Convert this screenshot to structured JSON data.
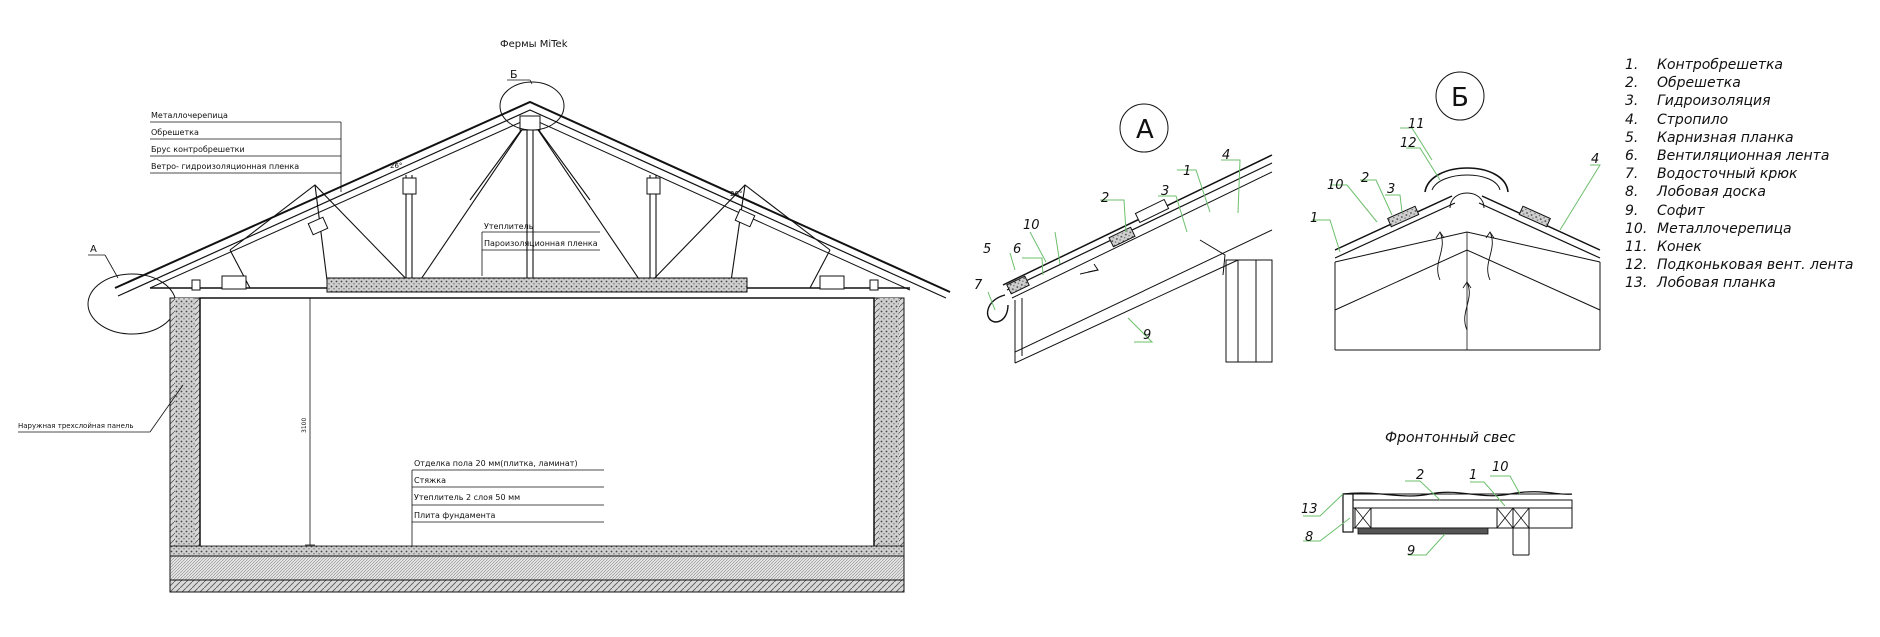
{
  "main": {
    "title": "Фермы MiTek",
    "markers": {
      "A": "А",
      "B": "Б"
    },
    "roof_layers": [
      "Металлочерепица",
      "Обрешетка",
      "Брус контробрешетки",
      "Ветро- гидроизоляционная пленка"
    ],
    "insulation_label": "Утеплитель",
    "vapor_label": "Пароизоляционная пленка",
    "wall_label": "Наружная трехслойная панель",
    "floor_layers": [
      "Отделка пола 20 мм(плитка, ламинат)",
      "Стяжка",
      "Утеплитель 2 слоя 50 мм",
      "Плита фундамента"
    ],
    "height_dim": "3100",
    "slope_left": "26°",
    "slope_right": "26°"
  },
  "detail_a": {
    "title": "А",
    "numbers": [
      "1",
      "2",
      "3",
      "4",
      "5",
      "6",
      "7",
      "9",
      "10"
    ]
  },
  "detail_b": {
    "title": "Б",
    "numbers": [
      "1",
      "2",
      "3",
      "4",
      "10",
      "11",
      "12"
    ]
  },
  "gable": {
    "title": "Фронтонный свес",
    "numbers": [
      "1",
      "2",
      "8",
      "9",
      "10",
      "13"
    ]
  },
  "legend": [
    {
      "num": "1.",
      "label": "Контробрешетка"
    },
    {
      "num": "2.",
      "label": "Обрешетка"
    },
    {
      "num": "3.",
      "label": "Гидроизоляция"
    },
    {
      "num": "4.",
      "label": "Стропило"
    },
    {
      "num": "5.",
      "label": "Карнизная планка"
    },
    {
      "num": "6.",
      "label": "Вентиляционная лента"
    },
    {
      "num": "7.",
      "label": "Водосточный крюк"
    },
    {
      "num": "8.",
      "label": "Лобовая доска"
    },
    {
      "num": "9.",
      "label": "Софит"
    },
    {
      "num": "10.",
      "label": "Металлочерепица"
    },
    {
      "num": "11.",
      "label": "Конек"
    },
    {
      "num": "12.",
      "label": "Подконьковая вент. лента"
    },
    {
      "num": "13.",
      "label": "Лобовая планка"
    }
  ]
}
